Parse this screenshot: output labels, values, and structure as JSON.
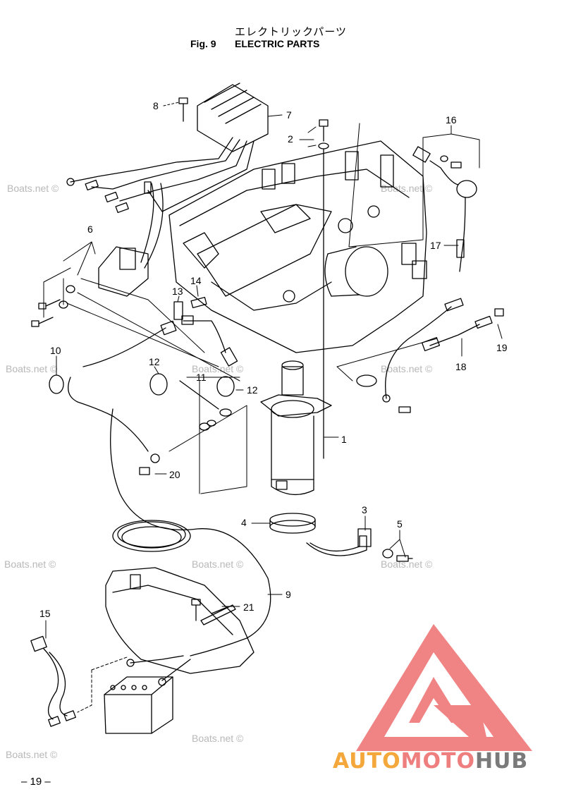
{
  "title": {
    "japanese": "エレクトリックパーツ",
    "figure": "Fig. 9",
    "name": "ELECTRIC PARTS"
  },
  "callouts": [
    "1",
    "2",
    "3",
    "4",
    "5",
    "6",
    "7",
    "8",
    "9",
    "10",
    "11",
    "12",
    "12",
    "13",
    "14",
    "15",
    "16",
    "17",
    "18",
    "19",
    "20",
    "21"
  ],
  "watermark": "Boats.net ©",
  "page_number": "– 19 –",
  "logo": {
    "part1": "AUTO",
    "part2": "MOTO",
    "part3": "HUB"
  },
  "colors": {
    "line": "#000000",
    "watermark": "#b8b8b8",
    "logo_orange": "#f4a73a",
    "logo_pink": "#ef7e7e",
    "logo_gray": "#7a7a7a"
  }
}
